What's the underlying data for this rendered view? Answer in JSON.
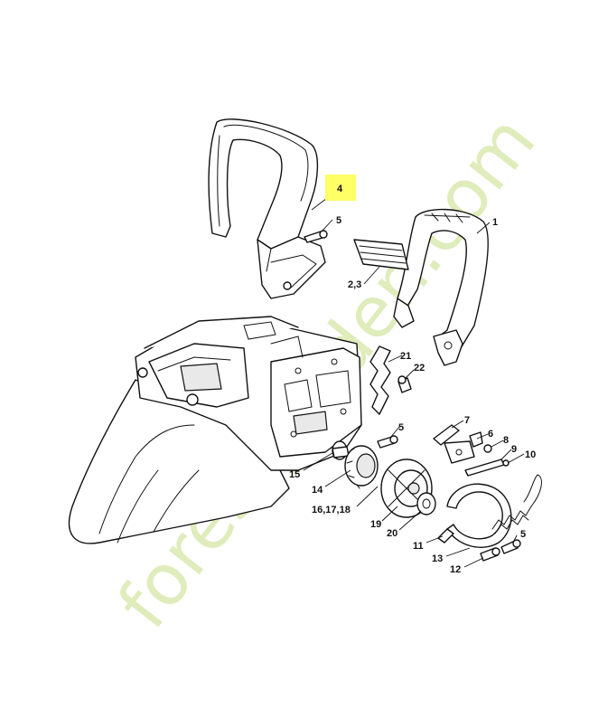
{
  "highlight_color": "#ffff66",
  "watermark": {
    "text": "forestgarden.com",
    "color": "#dcebb4"
  },
  "callouts": [
    {
      "id": "c4",
      "label": "4",
      "highlighted": true
    },
    {
      "id": "c5a",
      "label": "5"
    },
    {
      "id": "c1",
      "label": "1"
    },
    {
      "id": "c23",
      "label": "2,3"
    },
    {
      "id": "c21",
      "label": "21"
    },
    {
      "id": "c22",
      "label": "22"
    },
    {
      "id": "c5b",
      "label": "5"
    },
    {
      "id": "c7",
      "label": "7"
    },
    {
      "id": "c6",
      "label": "6"
    },
    {
      "id": "c8",
      "label": "8"
    },
    {
      "id": "c9",
      "label": "9"
    },
    {
      "id": "c10",
      "label": "10"
    },
    {
      "id": "c15",
      "label": "15"
    },
    {
      "id": "c14",
      "label": "14"
    },
    {
      "id": "c161718",
      "label": "16,17,18"
    },
    {
      "id": "c19",
      "label": "19"
    },
    {
      "id": "c20",
      "label": "20"
    },
    {
      "id": "c11",
      "label": "11"
    },
    {
      "id": "c5c",
      "label": "5"
    },
    {
      "id": "c13",
      "label": "13"
    },
    {
      "id": "c12",
      "label": "12"
    }
  ]
}
